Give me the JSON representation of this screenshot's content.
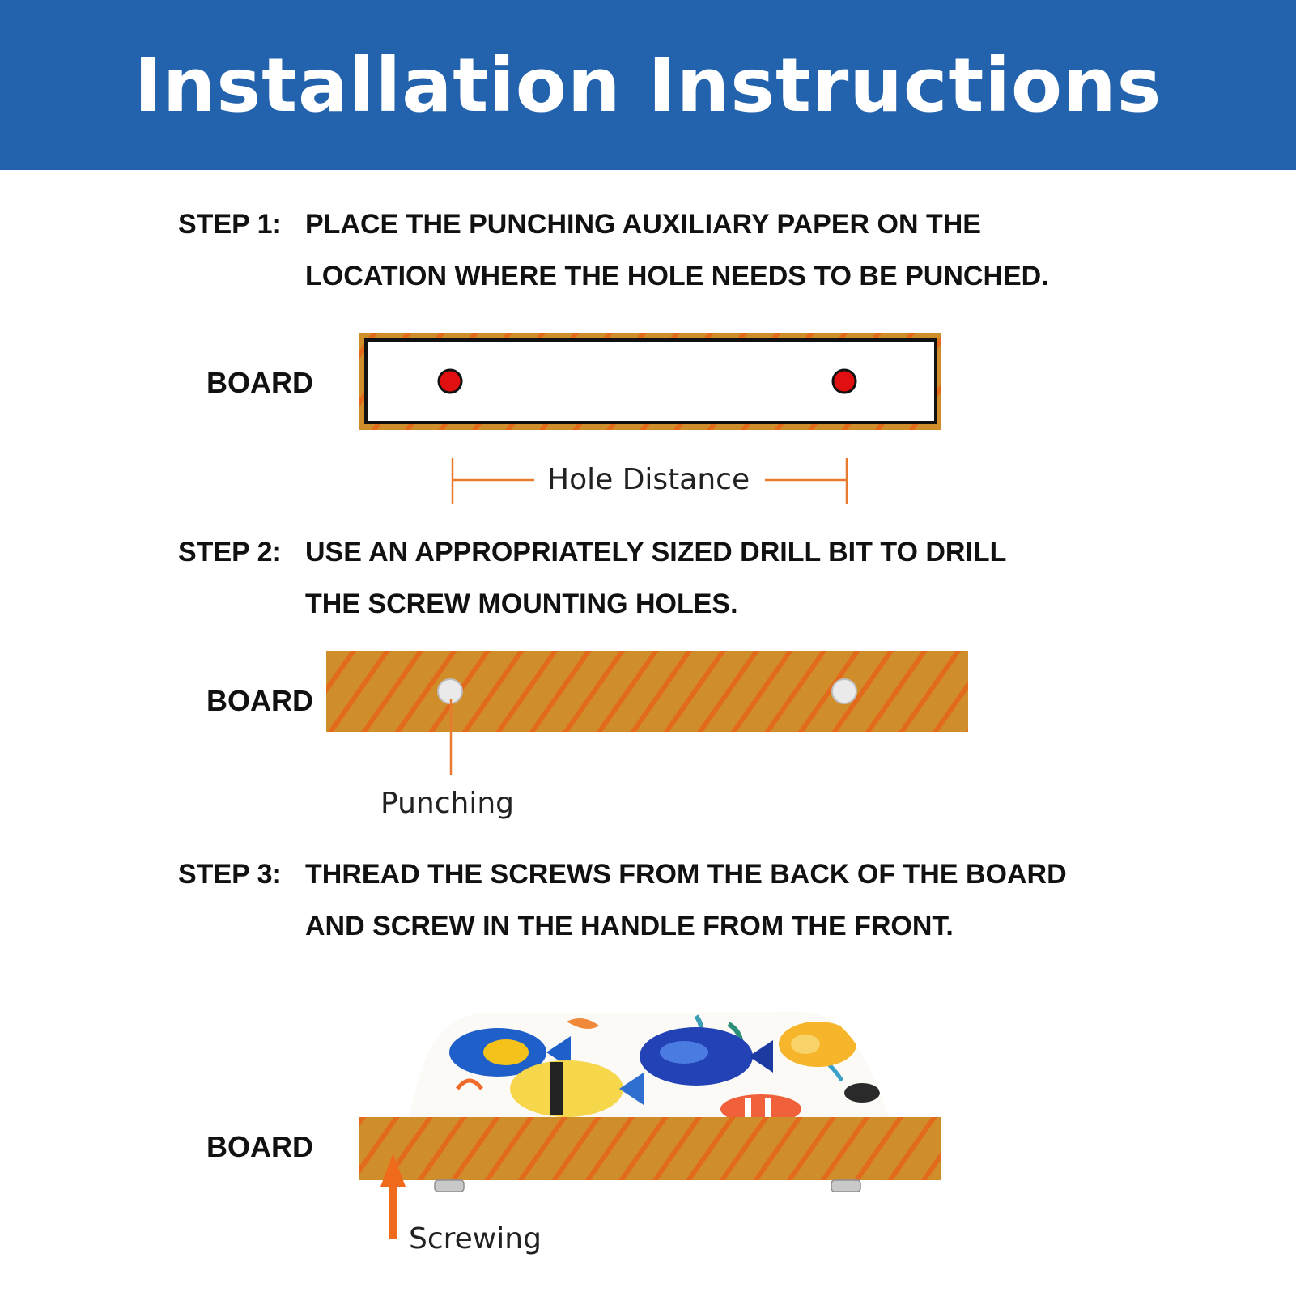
{
  "header": {
    "title": "Installation Instructions"
  },
  "steps": [
    {
      "label": "STEP 1:",
      "lines": [
        "PLACE THE PUNCHING AUXILIARY PAPER ON THE",
        "LOCATION WHERE THE HOLE NEEDS TO BE PUNCHED."
      ]
    },
    {
      "label": "STEP 2:",
      "lines": [
        "USE AN APPROPRIATELY SIZED DRILL BIT TO DRILL",
        "THE SCREW MOUNTING HOLES."
      ]
    },
    {
      "label": "STEP 3:",
      "lines": [
        "THREAD THE SCREWS FROM THE BACK OF THE BOARD",
        "AND SCREW IN THE HANDLE FROM THE FRONT."
      ]
    }
  ],
  "diagram": {
    "board_label": "BOARD",
    "hole_distance_label": "Hole Distance",
    "punching_label": "Punching",
    "screwing_label": "Screwing"
  },
  "colors": {
    "header_bg": "#2362ac",
    "board_wood": "#d08e2a",
    "board_stripe": "#e26a1c",
    "hole_marker": "#e01010",
    "dimension_line": "#e87b2e"
  }
}
